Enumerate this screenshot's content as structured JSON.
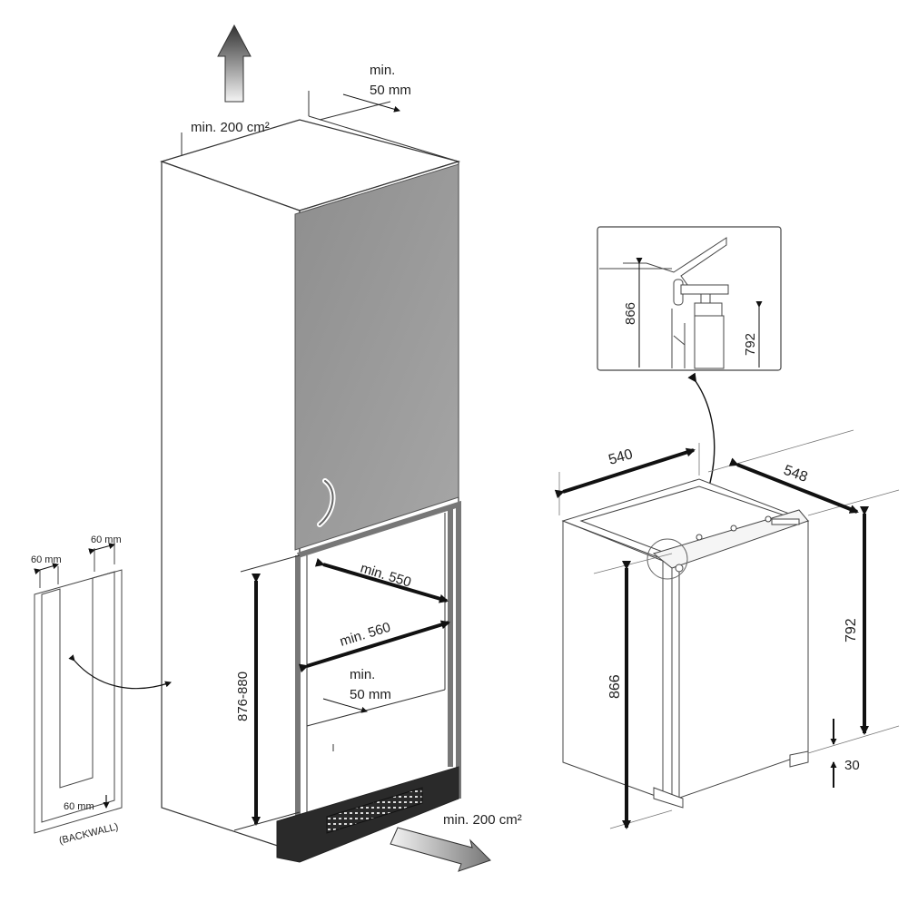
{
  "cabinet": {
    "vent_top_label": "min. 200 cm²",
    "top_gap_min": "min.",
    "top_gap_value": "50 mm",
    "bottom_vent_label": "min. 200 cm²",
    "height_label": "876-880",
    "depth_label": "min. 550",
    "width_label": "min. 560",
    "rear_gap_min": "min.",
    "rear_gap_value": "50 mm"
  },
  "backwall": {
    "left_cut": "60 mm",
    "right_cut": "60 mm",
    "bottom_cut": "60 mm",
    "caption": "(BACKWALL)"
  },
  "appliance": {
    "width": "540",
    "depth": "548",
    "height_front": "866",
    "height_side": "792",
    "foot_gap": "30"
  },
  "detail": {
    "dim_left": "866",
    "dim_right": "792"
  },
  "colors": {
    "door": "#9b9b9b",
    "line": "#333333",
    "panel_fill": "#ffffff",
    "arrow_gradient_top": "#3a3a3a",
    "arrow_gradient_bottom": "#eeeeee"
  }
}
